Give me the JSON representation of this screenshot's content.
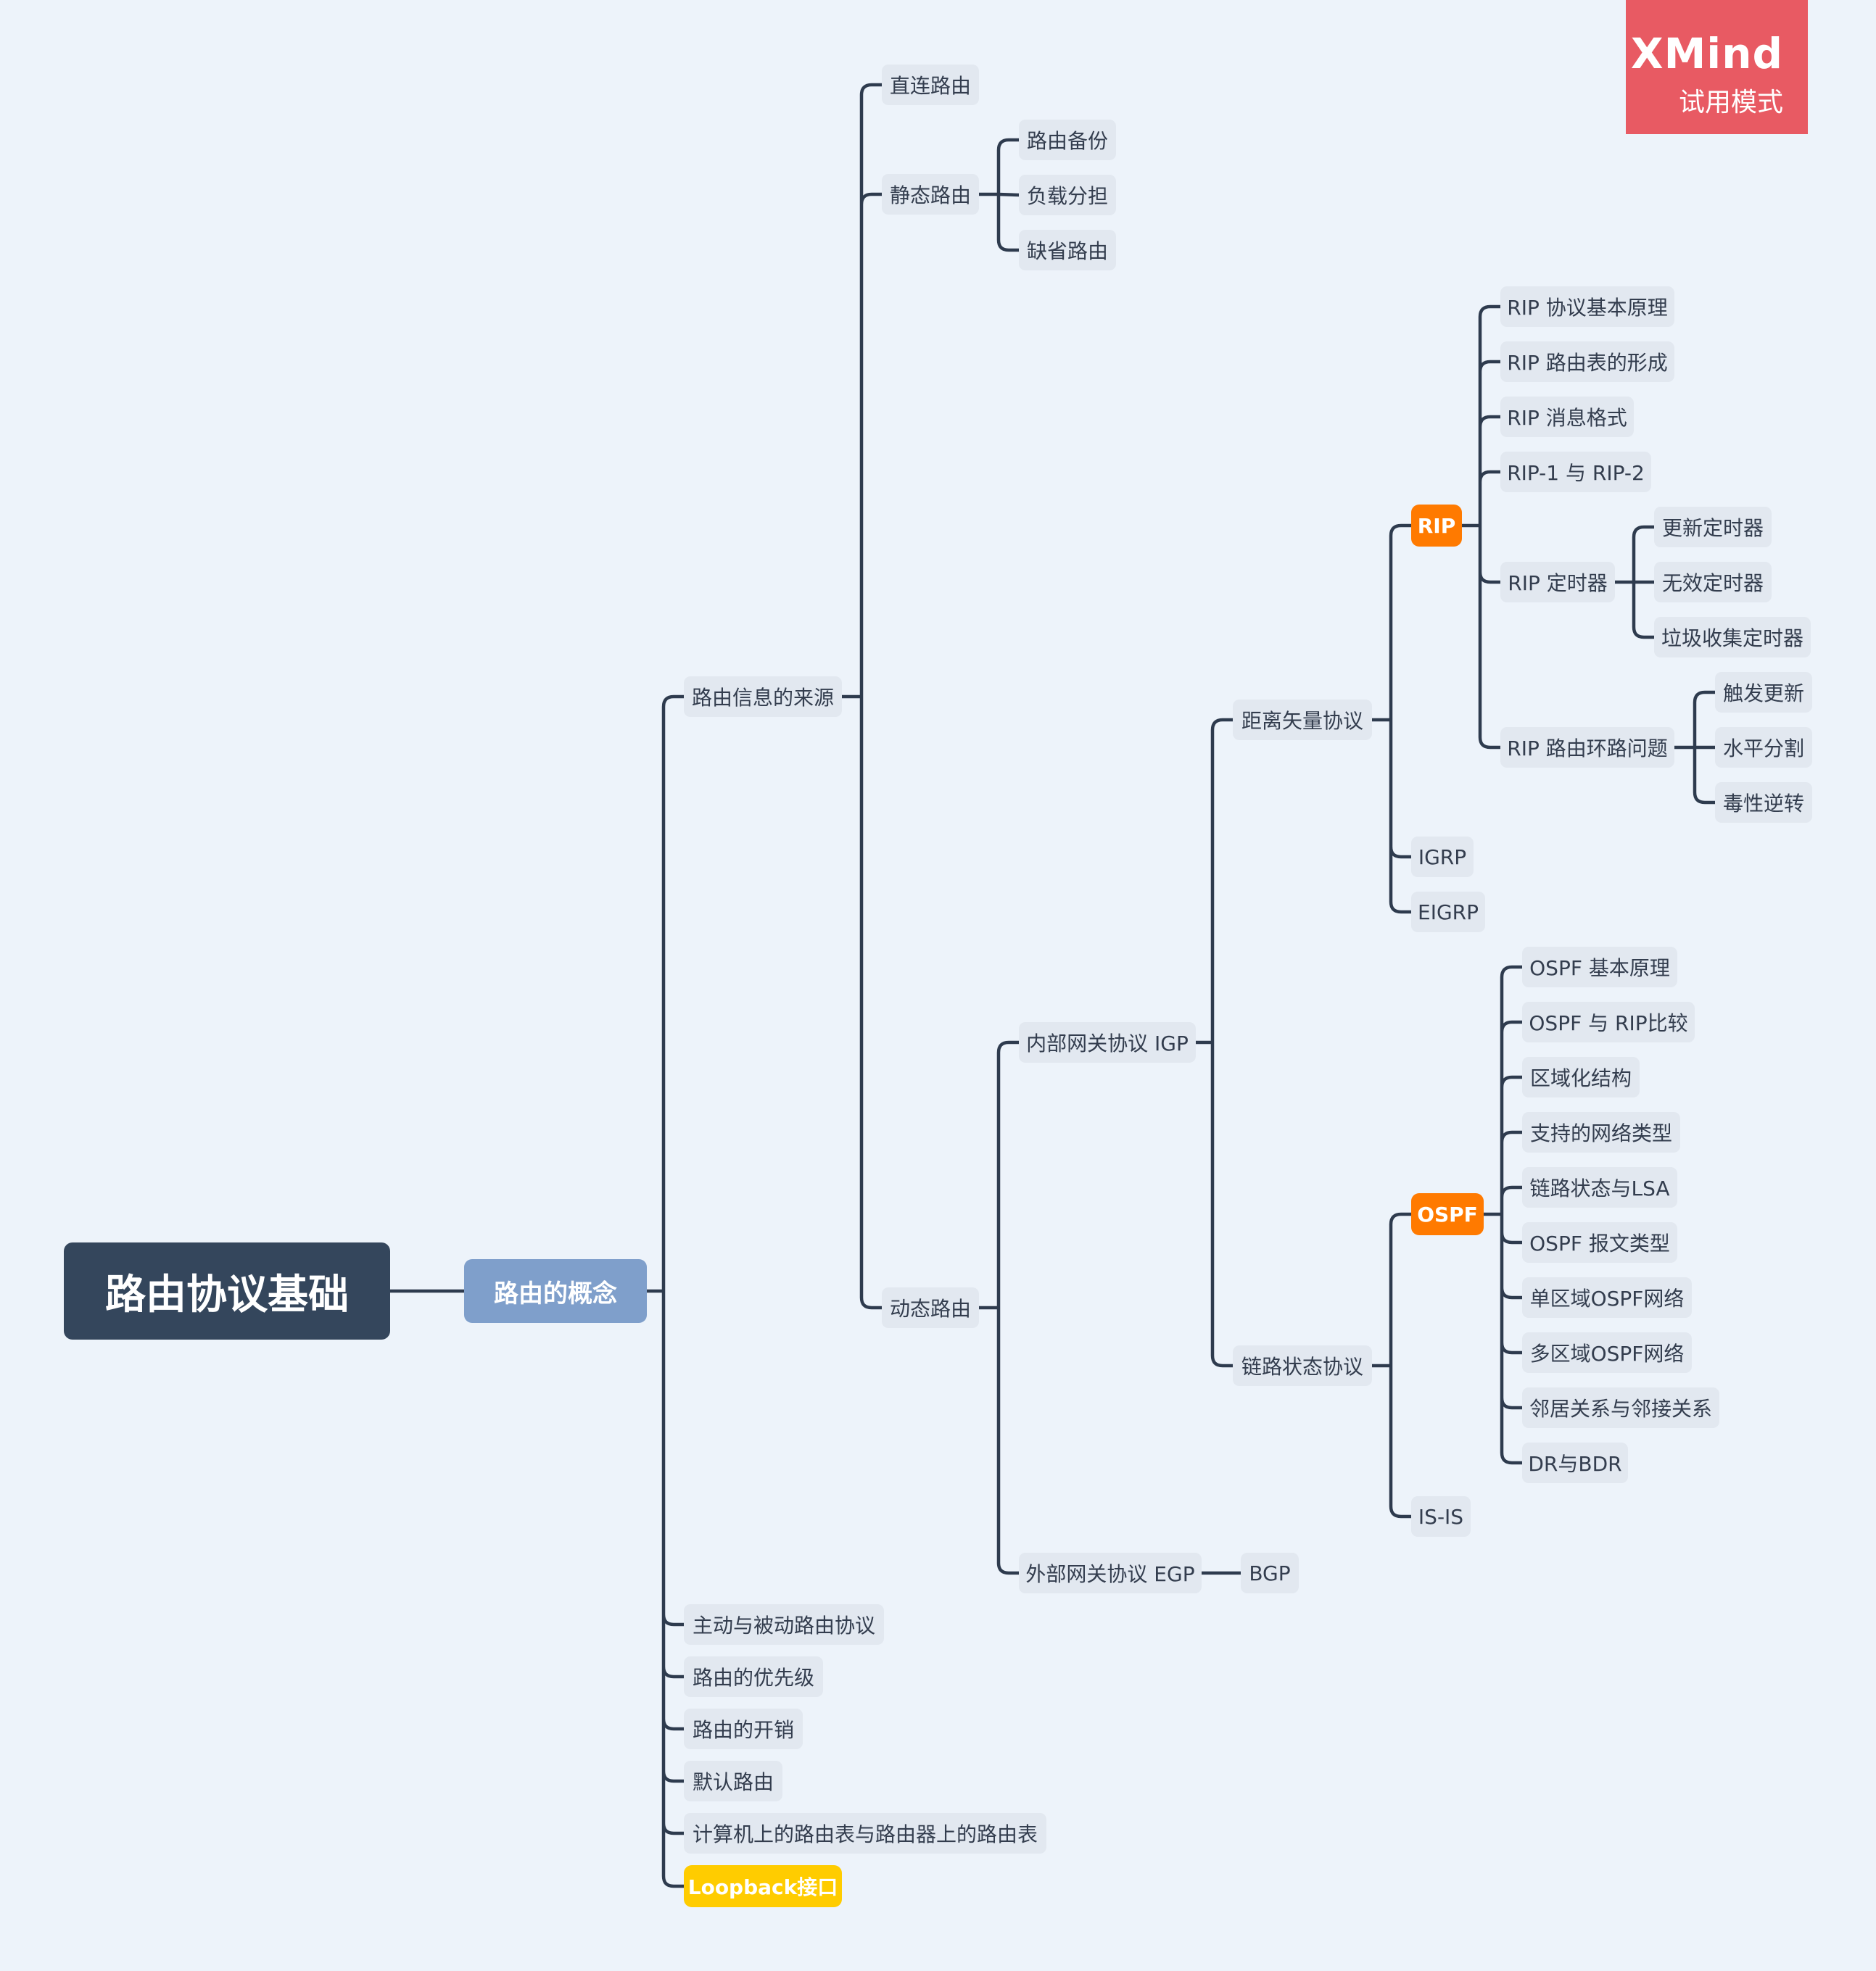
{
  "watermark": {
    "brand": "XMind",
    "mode": "试用模式",
    "color": "#E85A63"
  },
  "colors": {
    "background": "#EDF3FA",
    "connector": "#2E3B4E",
    "root": "#34465C",
    "main": "#7F9FCB",
    "highlight_orange": "#FF7A00",
    "highlight_yellow": "#FFCC00",
    "topic": "#E2E8F0",
    "topic_text": "#333D4E"
  },
  "root": "路由协议基础",
  "concept": "路由的概念",
  "source": {
    "label": "路由信息的来源",
    "direct": "直连路由",
    "static": {
      "label": "静态路由",
      "items": [
        "路由备份",
        "负载分担",
        "缺省路由"
      ]
    },
    "dynamic": {
      "label": "动态路由",
      "igp": {
        "label": "内部网关协议 IGP",
        "dv": {
          "label": "距离矢量协议",
          "rip": {
            "label": "RIP",
            "items": [
              "RIP 协议基本原理",
              "RIP 路由表的形成",
              "RIP 消息格式",
              "RIP-1 与 RIP-2"
            ],
            "timer": {
              "label": "RIP 定时器",
              "items": [
                "更新定时器",
                "无效定时器",
                "垃圾收集定时器"
              ]
            },
            "loop": {
              "label": "RIP 路由环路问题",
              "items": [
                "触发更新",
                "水平分割",
                "毒性逆转"
              ]
            }
          },
          "igrp": "IGRP",
          "eigrp": "EIGRP"
        },
        "ls": {
          "label": "链路状态协议",
          "ospf": {
            "label": "OSPF",
            "items": [
              "OSPF 基本原理",
              "OSPF 与 RIP比较",
              "区域化结构",
              "支持的网络类型",
              "链路状态与LSA",
              "OSPF 报文类型",
              "单区域OSPF网络",
              "多区域OSPF网络",
              "邻居关系与邻接关系",
              "DR与BDR"
            ]
          },
          "isis": "IS-IS"
        }
      },
      "egp": {
        "label": "外部网关协议 EGP",
        "bgp": "BGP"
      }
    }
  },
  "others": [
    "主动与被动路由协议",
    "路由的优先级",
    "路由的开销",
    "默认路由",
    "计算机上的路由表与路由器上的路由表"
  ],
  "loopback": "Loopback接口"
}
